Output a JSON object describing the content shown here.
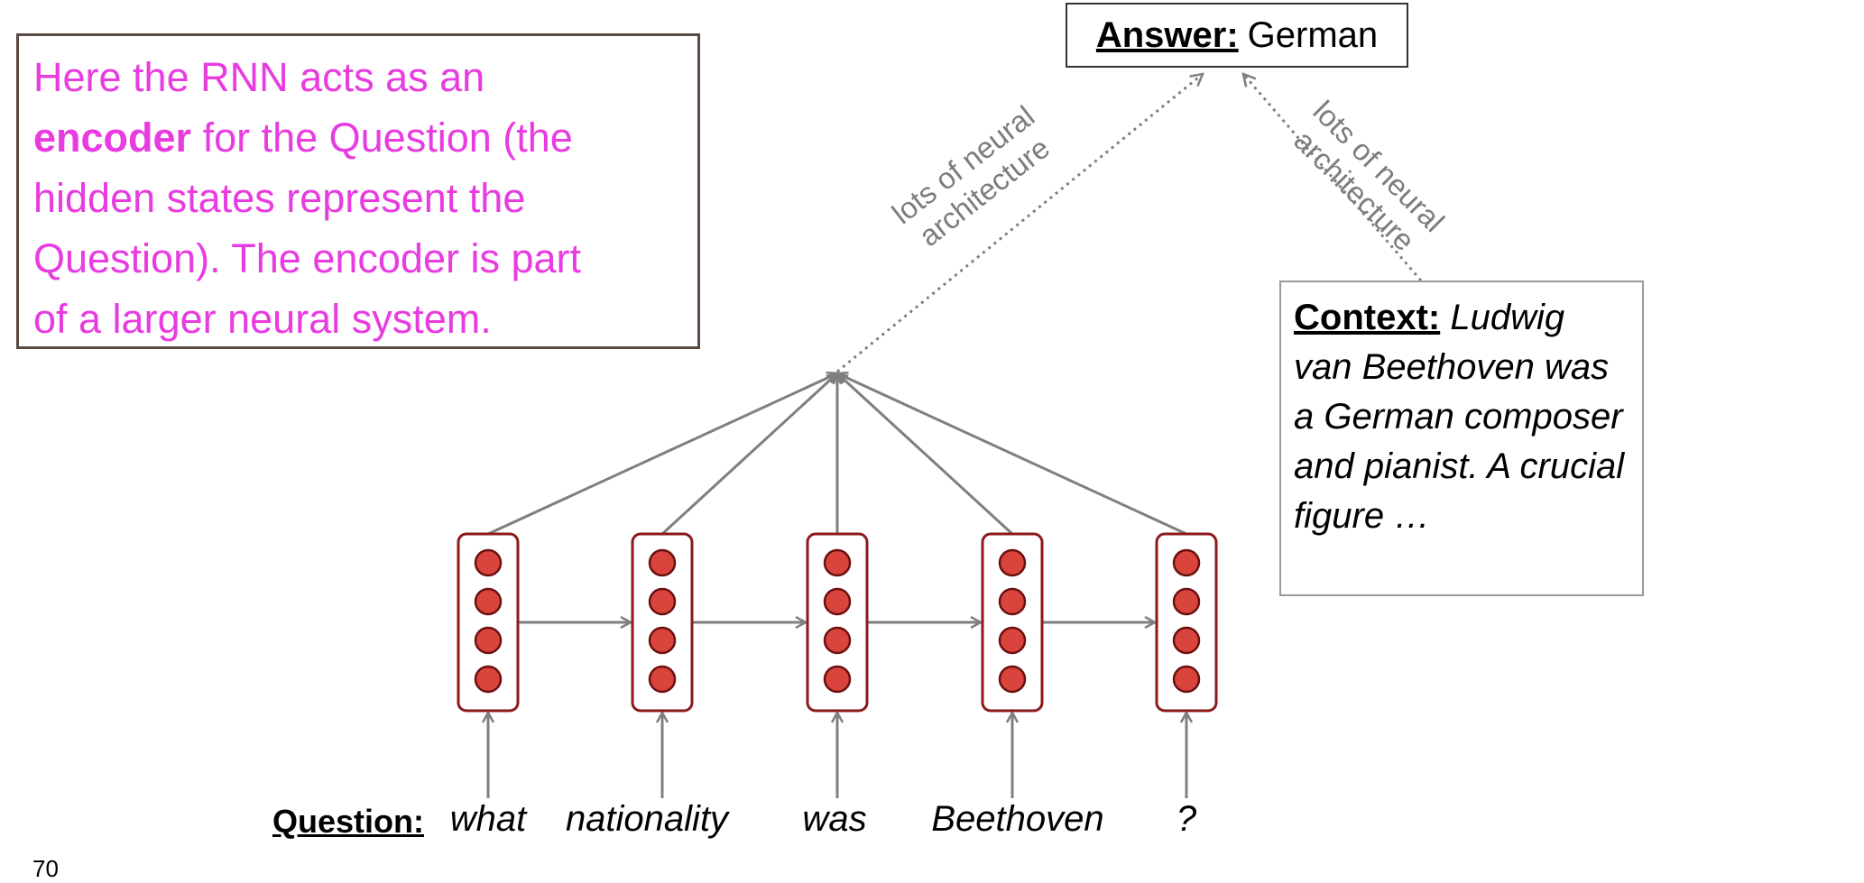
{
  "callout": {
    "line1": "Here the RNN acts as an",
    "encoder_word": "encoder",
    "line2_rest": " for the Question (the",
    "line3": "hidden states represent the",
    "line4": "Question). The encoder is part",
    "line5": "of a larger neural system.",
    "color": "#e83ce0"
  },
  "answer": {
    "label": "Answer:",
    "value": "German"
  },
  "context": {
    "label": "Context:",
    "text": "Ludwig van Beethoven was a German composer and pianist. A crucial figure …"
  },
  "arch_labels": {
    "left": {
      "line1": "lots of neural",
      "line2": "architecture"
    },
    "right": {
      "line1": "lots of neural",
      "line2": "architecture"
    }
  },
  "question": {
    "label": "Question:",
    "words": [
      "what",
      "nationality",
      "was",
      "Beethoven",
      "?"
    ]
  },
  "rnn": {
    "units_per_cell": 4,
    "cell_color": "#8b1a1a",
    "unit_color": "#d9453d"
  },
  "page_number": "70"
}
